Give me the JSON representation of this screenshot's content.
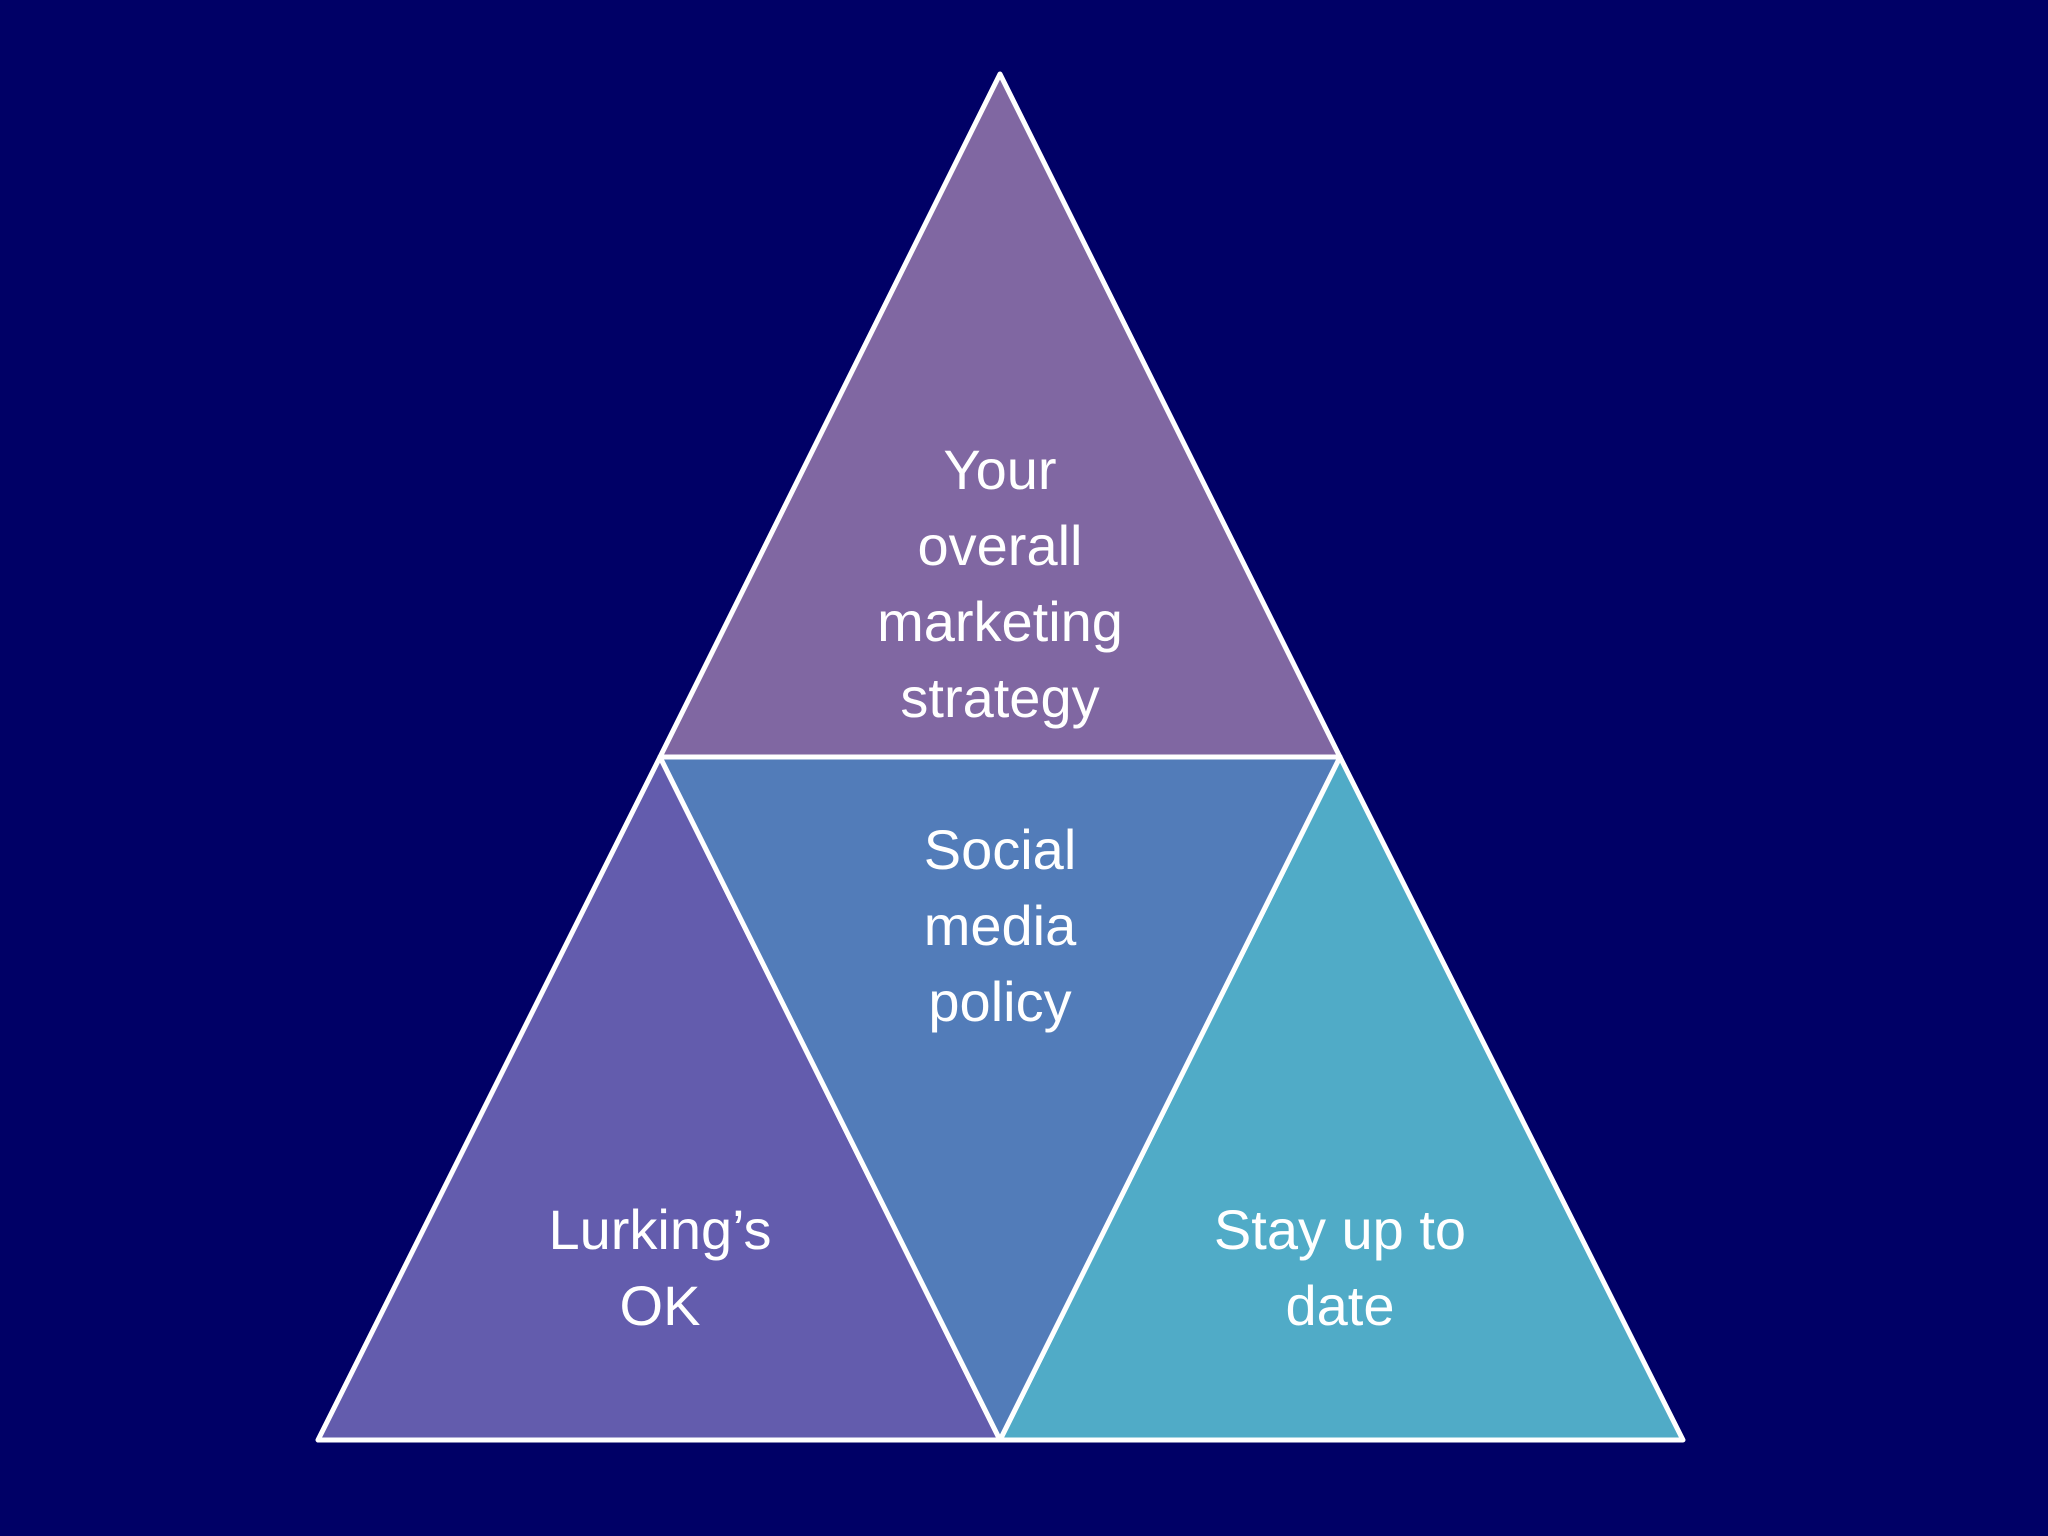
{
  "colors": {
    "background": "#000066",
    "outline": "#ffffff",
    "top": "#8067a2",
    "center": "#527cb9",
    "left": "#635cad",
    "right": "#50abc7"
  },
  "diagram": {
    "top": {
      "text": "Your\noverall\nmarketing\nstrategy"
    },
    "center": {
      "text": "Social\nmedia\npolicy"
    },
    "left": {
      "text": "Lurking’s\nOK"
    },
    "right": {
      "text": "Stay up to\ndate"
    }
  }
}
